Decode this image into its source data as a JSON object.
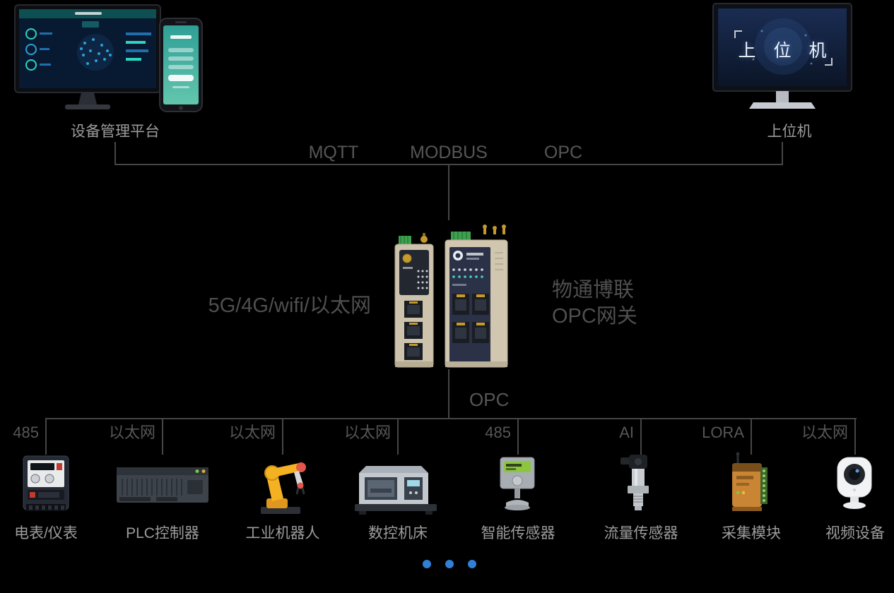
{
  "top": {
    "platform_label": "设备管理平台",
    "host_label": "上位机",
    "host_screen_text": "上 位 机",
    "protocols": {
      "mqtt": "MQTT",
      "modbus": "MODBUS",
      "opc": "OPC"
    }
  },
  "gateway": {
    "left_label": "5G/4G/wifi/以太网",
    "right_label_lines": [
      "物通博联",
      "OPC网关"
    ],
    "downlink_protocol": "OPC"
  },
  "devices": [
    {
      "interface": "485",
      "name": "电表/仪表",
      "icon": "energy-meter-icon"
    },
    {
      "interface": "以太网",
      "name": "PLC控制器",
      "icon": "plc-icon"
    },
    {
      "interface": "以太网",
      "name": "工业机器人",
      "icon": "robot-arm-icon"
    },
    {
      "interface": "以太网",
      "name": "数控机床",
      "icon": "cnc-machine-icon"
    },
    {
      "interface": "485",
      "name": "智能传感器",
      "icon": "smart-sensor-icon"
    },
    {
      "interface": "AI",
      "name": "流量传感器",
      "icon": "flow-sensor-icon"
    },
    {
      "interface": "LORA",
      "name": "采集模块",
      "icon": "collector-module-icon"
    },
    {
      "interface": "以太网",
      "name": "视频设备",
      "icon": "camera-icon"
    }
  ],
  "pagination": {
    "dots": 3,
    "active_color": "#2f80d6"
  },
  "colors": {
    "background": "#000000",
    "line": "#464646",
    "label_dark": "#4f4f4f",
    "label_light": "#9c9c9c",
    "gateway_panel_navy": "#2b3248",
    "gateway_body_beige": "#d1c6af",
    "robot_yellow": "#f4b223",
    "dot_blue": "#2f80d6"
  }
}
